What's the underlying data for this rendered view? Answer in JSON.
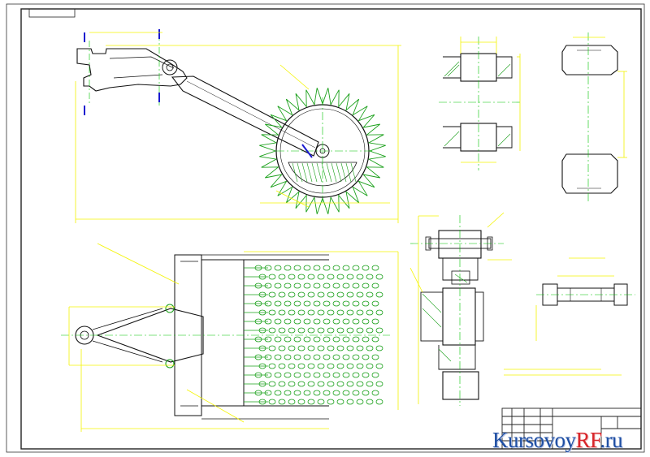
{
  "watermark": {
    "part1": "Kursovoy",
    "part2": "RF",
    "part3": ".ru"
  },
  "colors": {
    "part_line": "#f4f400",
    "center_line": "#00c400",
    "detail_line": "#1aa01a",
    "ink": "#111111",
    "frame": "#222222",
    "watermark_blue": "#1f4fa3",
    "watermark_red": "#d8262b"
  },
  "icons": [
    "spiked-wheel-icon"
  ]
}
